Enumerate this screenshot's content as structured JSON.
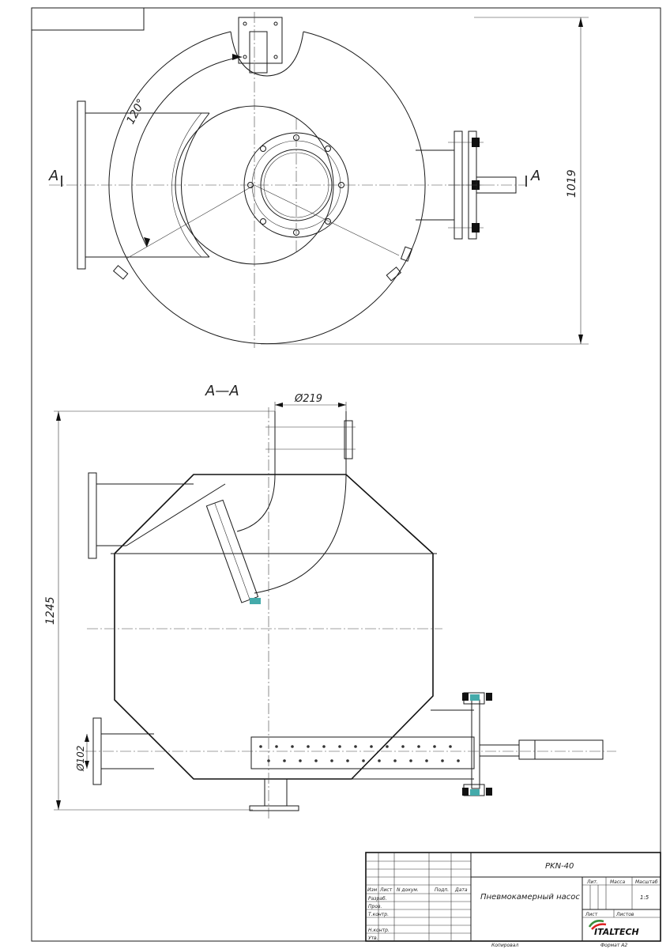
{
  "drawing": {
    "top_view": {
      "angle_label": "120°",
      "section_mark_left": "A",
      "section_mark_right": "A",
      "height_dim": "1019"
    },
    "section_view": {
      "title": "A—A",
      "top_diameter": "Ø219",
      "height_dim": "1245",
      "bottom_diameter": "Ø102"
    }
  },
  "title_block": {
    "code": "PKN-40",
    "name": "Пневмокамерный насос",
    "rev_headers": [
      "Изм",
      "Лист",
      "N ͏докум.",
      "Подп.",
      "Дата"
    ],
    "rows": [
      "Разраб.",
      "Пров.",
      "Т.контр.",
      "",
      "Н.контр.",
      "Утв."
    ],
    "lit_label": "Лит.",
    "mass_label": "Масса",
    "scale_label": "Масштаб",
    "scale_value": "1:5",
    "sheet_label": "Лист",
    "sheets_label": "Листов",
    "company": "ITALTECH",
    "copied_label": "Копировал",
    "format_label": "Формат A2"
  }
}
